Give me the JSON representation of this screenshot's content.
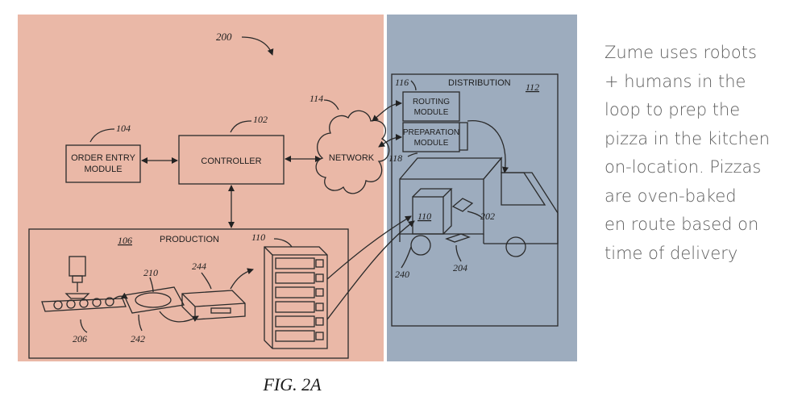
{
  "figure": {
    "figure_number": "200",
    "caption": "FIG. 2A",
    "panel_colors": {
      "production_side": "#eab8a7",
      "distribution_side": "#9dacbe"
    },
    "nodes": {
      "order_entry": {
        "ref": "104",
        "label_lines": [
          "ORDER ENTRY",
          "MODULE"
        ]
      },
      "controller": {
        "ref": "102",
        "label": "CONTROLLER"
      },
      "network": {
        "ref": "114",
        "label": "NETWORK"
      },
      "production": {
        "ref": "106",
        "label": "PRODUCTION"
      },
      "distribution": {
        "ref": "116",
        "label": "DISTRIBUTION",
        "ref2": "112"
      },
      "routing": {
        "label_lines": [
          "ROUTING",
          "MODULE"
        ]
      },
      "preparation": {
        "ref": "118",
        "label_lines": [
          "PREPARATION",
          "MODULE"
        ]
      },
      "oven_rack": {
        "ref": "110"
      },
      "truck_oven": {
        "ref": "110"
      },
      "truck": {
        "ref": "240"
      }
    },
    "parts": [
      "202",
      "204",
      "206",
      "210",
      "242",
      "244"
    ]
  },
  "side_text": {
    "lines": [
      "Zume uses robots",
      "+ humans in the",
      "loop to prep the",
      "pizza in the kitchen",
      "on-location. Pizzas",
      "are oven-baked",
      "en route based on",
      "time of delivery"
    ]
  }
}
